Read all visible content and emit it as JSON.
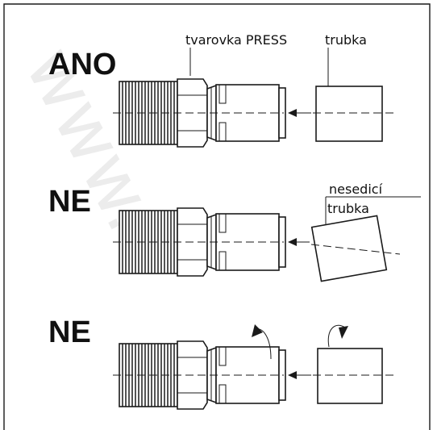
{
  "labels": {
    "ano": "ANO",
    "ne_1": "NE",
    "ne_2": "NE",
    "fitting": "tvarovka PRESS",
    "pipe": "trubka",
    "misaligned_line1": "nesedicí",
    "misaligned_line2": "trubka"
  },
  "colors": {
    "ink": "#1a1a1a",
    "background": "#ffffff",
    "watermark": "#ececec"
  },
  "icons": [
    "insertion-arrow",
    "rotation-arrow"
  ]
}
